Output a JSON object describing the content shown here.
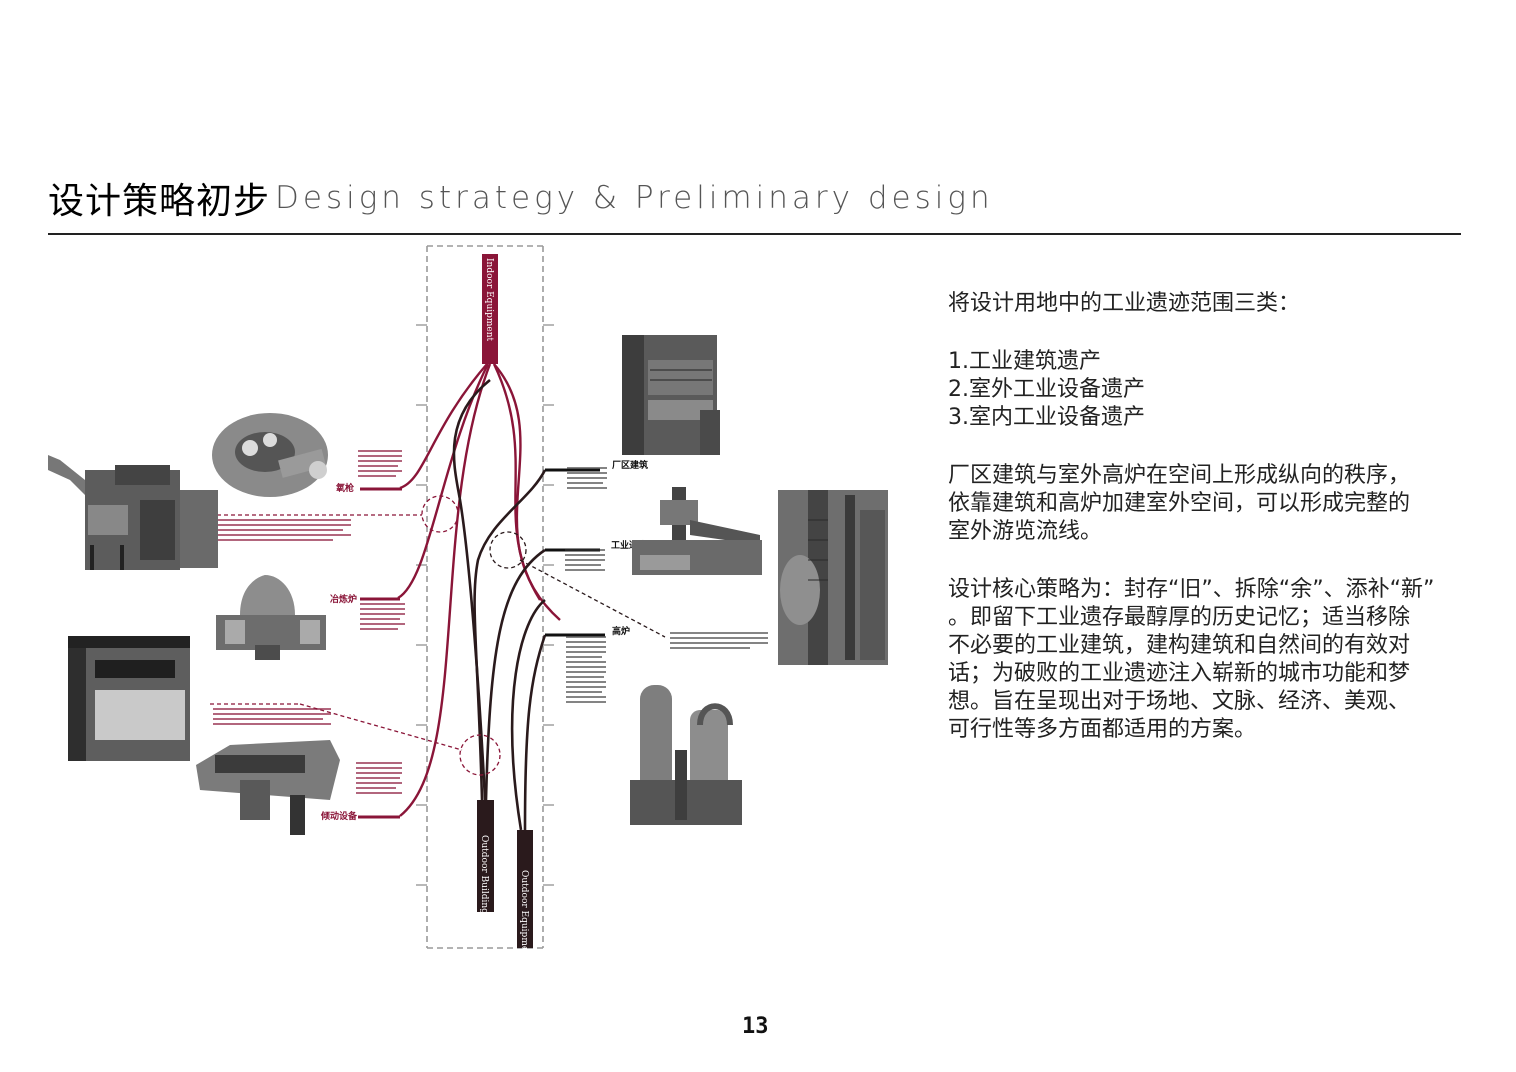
{
  "header": {
    "title_zh": "设计策略初步",
    "title_en": "Design strategy & Preliminary design"
  },
  "colors": {
    "crimson": "#8a1538",
    "dark": "#2a1a1c",
    "dash": "#9a9a9a",
    "photo_gray": "#6f6f6f"
  },
  "diagram": {
    "spine_labels": {
      "top": "Indoor Equipment",
      "bottom_left": "Outdoor Building",
      "bottom_right": "Outdoor Equipment"
    },
    "left_labels": [
      "氧枪",
      "冶炼炉",
      "倾动设备"
    ],
    "right_labels": [
      "厂区建筑",
      "工业通廊",
      "高炉"
    ]
  },
  "text": {
    "intro": "将设计用地中的工业遗迹范围三类：",
    "list": [
      "1.工业建筑遗产",
      "2.室外工业设备遗产",
      "3.室内工业设备遗产"
    ],
    "para1_lines": [
      "厂区建筑与室外高炉在空间上形成纵向的秩序，",
      "依靠建筑和高炉加建室外空间，可以形成完整的",
      "室外游览流线。"
    ],
    "para2_lines": [
      "设计核心策略为：封存“旧”、拆除“余”、添补“新”",
      "。即留下工业遗存最醇厚的历史记忆；适当移除",
      "不必要的工业建筑，建构建筑和自然间的有效对",
      "话；为破败的工业遗迹注入崭新的城市功能和梦",
      "想。旨在呈现出对于场地、文脉、经济、美观、",
      "可行性等多方面都适用的方案。"
    ]
  },
  "footer": {
    "page_number": "13"
  }
}
